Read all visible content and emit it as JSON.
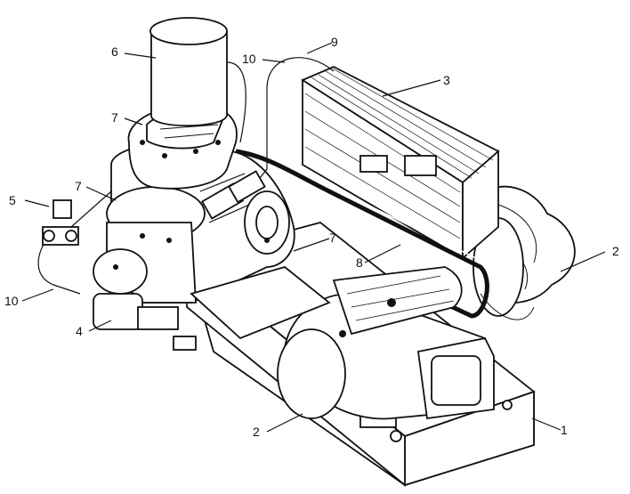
{
  "callouts": [
    {
      "id": "base",
      "text": "1"
    },
    {
      "id": "fan-blades",
      "text": "2"
    },
    {
      "id": "motor",
      "text": "2"
    },
    {
      "id": "cooler",
      "text": "3"
    },
    {
      "id": "filter",
      "text": "4"
    },
    {
      "id": "valve",
      "text": "5"
    },
    {
      "id": "receiver",
      "text": "6"
    },
    {
      "id": "head-top",
      "text": "7"
    },
    {
      "id": "head-lower",
      "text": "7"
    },
    {
      "id": "head-side",
      "text": "7"
    },
    {
      "id": "belt",
      "text": "8"
    },
    {
      "id": "hose-top",
      "text": "9"
    },
    {
      "id": "hose-top-left",
      "text": "10"
    },
    {
      "id": "hose-left",
      "text": "10"
    }
  ],
  "colors": {
    "ink": "#111111",
    "paper": "#ffffff"
  }
}
